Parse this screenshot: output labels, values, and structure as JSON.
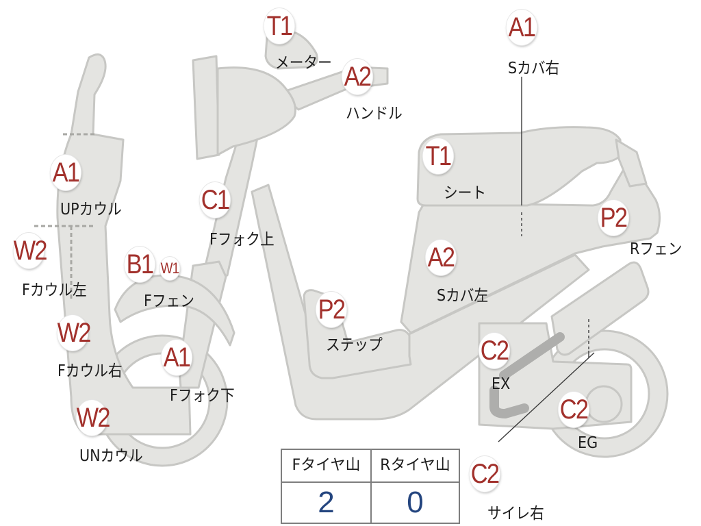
{
  "colors": {
    "body_fill": "#e4e4e1",
    "body_stroke": "#c7c7c4",
    "exhaust": "#aeaeac",
    "badge_text": "#a2312c",
    "value_text": "#24457f"
  },
  "markers": [
    {
      "id": "meter",
      "grade": "T1",
      "label": "メーター"
    },
    {
      "id": "handle",
      "grade": "A2",
      "label": "ハンドル"
    },
    {
      "id": "s-cover-r",
      "grade": "A1",
      "label": "Sカバ右"
    },
    {
      "id": "up-cowl",
      "grade": "A1",
      "label": "UPカウル"
    },
    {
      "id": "seat",
      "grade": "T1",
      "label": "シート"
    },
    {
      "id": "f-fork-upper",
      "grade": "C1",
      "label": "Fフォク上"
    },
    {
      "id": "r-fender",
      "grade": "P2",
      "label": "Rフェン"
    },
    {
      "id": "f-cowl-left",
      "grade": "W2",
      "label": "Fカウル左"
    },
    {
      "id": "f-fender",
      "grade": "B1",
      "grade2": "W1",
      "label": "Fフェン"
    },
    {
      "id": "s-cover-l",
      "grade": "A2",
      "label": "Sカバ左"
    },
    {
      "id": "step",
      "grade": "P2",
      "label": "ステップ"
    },
    {
      "id": "f-cowl-right",
      "grade": "W2",
      "label": "Fカウル右"
    },
    {
      "id": "f-fork-lower",
      "grade": "A1",
      "label": "Fフォク下"
    },
    {
      "id": "exhaust",
      "grade": "C2",
      "label": "EX"
    },
    {
      "id": "engine",
      "grade": "C2",
      "label": "EG"
    },
    {
      "id": "un-cowl",
      "grade": "W2",
      "label": "UNカウル"
    },
    {
      "id": "silencer-r",
      "grade": "C2",
      "label": "サイレ右"
    }
  ],
  "tire_table": {
    "headers": [
      "Fタイヤ山",
      "Rタイヤ山"
    ],
    "values": [
      "2",
      "0"
    ]
  }
}
